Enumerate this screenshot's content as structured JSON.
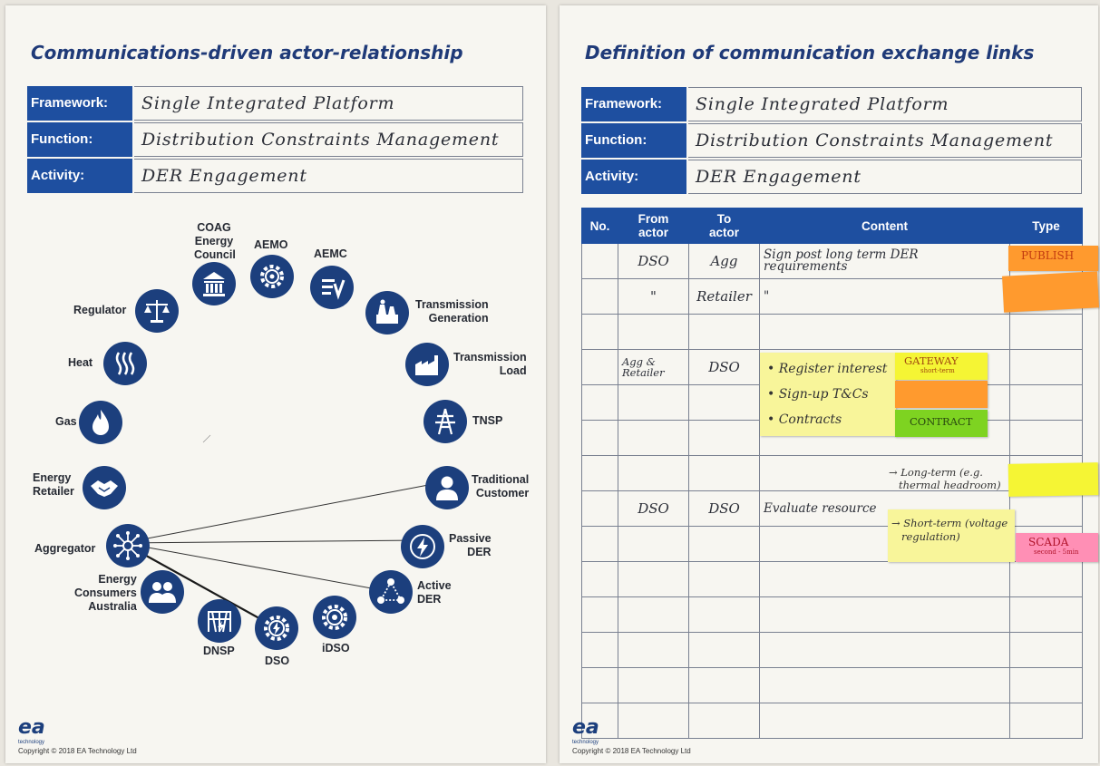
{
  "left_sheet": {
    "title": "Communications-driven actor-relationship",
    "meta": [
      {
        "label": "Framework:",
        "value": "Single Integrated Platform"
      },
      {
        "label": "Function:",
        "value": "Distribution Constraints Management"
      },
      {
        "label": "Activity:",
        "value": "DER Engagement"
      }
    ],
    "actors": {
      "coag": "COAG\nEnergy\nCouncil",
      "aemo": "AEMO",
      "aemc": "AEMC",
      "regulator": "Regulator",
      "transmission_generation": "Transmission\nGeneration",
      "heat": "Heat",
      "transmission_load": "Transmission\nLoad",
      "gas": "Gas",
      "tnsp": "TNSP",
      "energy_retailer": "Energy\nRetailer",
      "traditional_customer": "Traditional\nCustomer",
      "aggregator": "Aggregator",
      "passive_der": "Passive\nDER",
      "energy_consumers_australia": "Energy\nConsumers\nAustralia",
      "active_der": "Active\nDER",
      "dnsp": "DNSP",
      "dso": "DSO",
      "idso": "iDSO"
    },
    "footer": {
      "logo": "ea",
      "logo_sub": "technology",
      "copyright": "Copyright © 2018 EA Technology Ltd"
    }
  },
  "right_sheet": {
    "title": "Definition of communication exchange links",
    "meta": [
      {
        "label": "Framework:",
        "value": "Single Integrated Platform"
      },
      {
        "label": "Function:",
        "value": "Distribution Constraints Management"
      },
      {
        "label": "Activity:",
        "value": "DER Engagement"
      }
    ],
    "table": {
      "headers": {
        "no": "No.",
        "from": "From\nactor",
        "to": "To\nactor",
        "content": "Content",
        "type": "Type"
      },
      "rows": [
        {
          "no": "",
          "from": "DSO",
          "to": "Agg",
          "content": "Sign post long term DER requirements",
          "type": ""
        },
        {
          "no": "",
          "from": "\"",
          "to": "Retailer",
          "content": "\"",
          "type": ""
        },
        {
          "no": "",
          "from": "",
          "to": "",
          "content": "",
          "type": ""
        },
        {
          "no": "",
          "from": "Agg &\nRetailer",
          "to": "DSO",
          "content": "",
          "type": ""
        },
        {
          "no": "",
          "from": "",
          "to": "",
          "content": "",
          "type": ""
        },
        {
          "no": "",
          "from": "",
          "to": "",
          "content": "",
          "type": ""
        },
        {
          "no": "",
          "from": "",
          "to": "",
          "content": "",
          "type": ""
        },
        {
          "no": "",
          "from": "DSO",
          "to": "DSO",
          "content": "Evaluate resource",
          "type": ""
        },
        {
          "no": "",
          "from": "",
          "to": "",
          "content": "",
          "type": ""
        },
        {
          "no": "",
          "from": "",
          "to": "",
          "content": "",
          "type": ""
        },
        {
          "no": "",
          "from": "",
          "to": "",
          "content": "",
          "type": ""
        },
        {
          "no": "",
          "from": "",
          "to": "",
          "content": "",
          "type": ""
        },
        {
          "no": "",
          "from": "",
          "to": "",
          "content": "",
          "type": ""
        },
        {
          "no": "",
          "from": "",
          "to": "",
          "content": "",
          "type": ""
        }
      ]
    },
    "stickies": {
      "publish": "PUBLISH",
      "register": "• Register interest",
      "signup": "• Sign-up T&Cs",
      "contracts": "• Contracts",
      "gateway": "GATEWAY",
      "gateway_sub": "short-term",
      "contract": "CONTRACT",
      "long_term": "→ Long-term (e.g.\n   thermal headroom)",
      "short_term": "→ Short-term (voltage\n   regulation)",
      "scada": "SCADA",
      "scada_sub": "second - 5min"
    },
    "footer": {
      "logo": "ea",
      "logo_sub": "technology",
      "copyright": "Copyright © 2018 EA Technology Ltd"
    }
  },
  "colors": {
    "header_blue": "#1e4fa0",
    "icon_navy": "#1c3f7d",
    "sticky_yellow": "#f8f59a",
    "sticky_orange": "#ff9a2e",
    "sticky_green": "#7ed321",
    "sticky_pink": "#ff8fb5",
    "sticky_neon": "#f5f534"
  }
}
